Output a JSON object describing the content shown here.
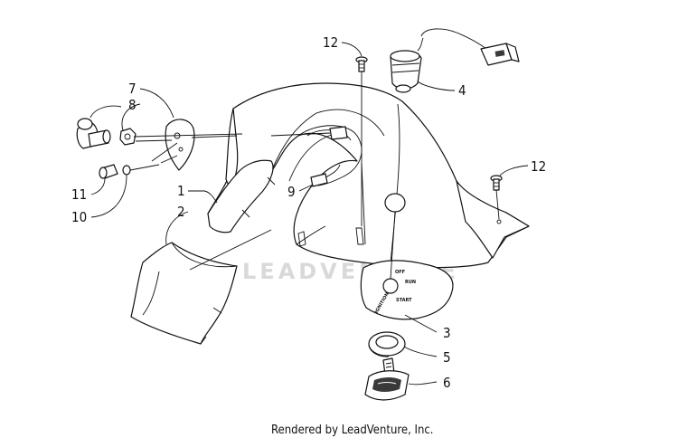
{
  "callouts": {
    "c1": "1",
    "c2": "2",
    "c3": "3",
    "c4": "4",
    "c5": "5",
    "c6": "6",
    "c7": "7",
    "c8": "8",
    "c9": "9",
    "c10": "10",
    "c11": "11",
    "c12a": "12",
    "c12b": "12"
  },
  "switch_plate": {
    "off": "OFF",
    "run": "RUN",
    "start": "START",
    "ignition": "IGNITION"
  },
  "watermark": "LEADVENTURE",
  "footer": "Rendered by LeadVenture, Inc."
}
